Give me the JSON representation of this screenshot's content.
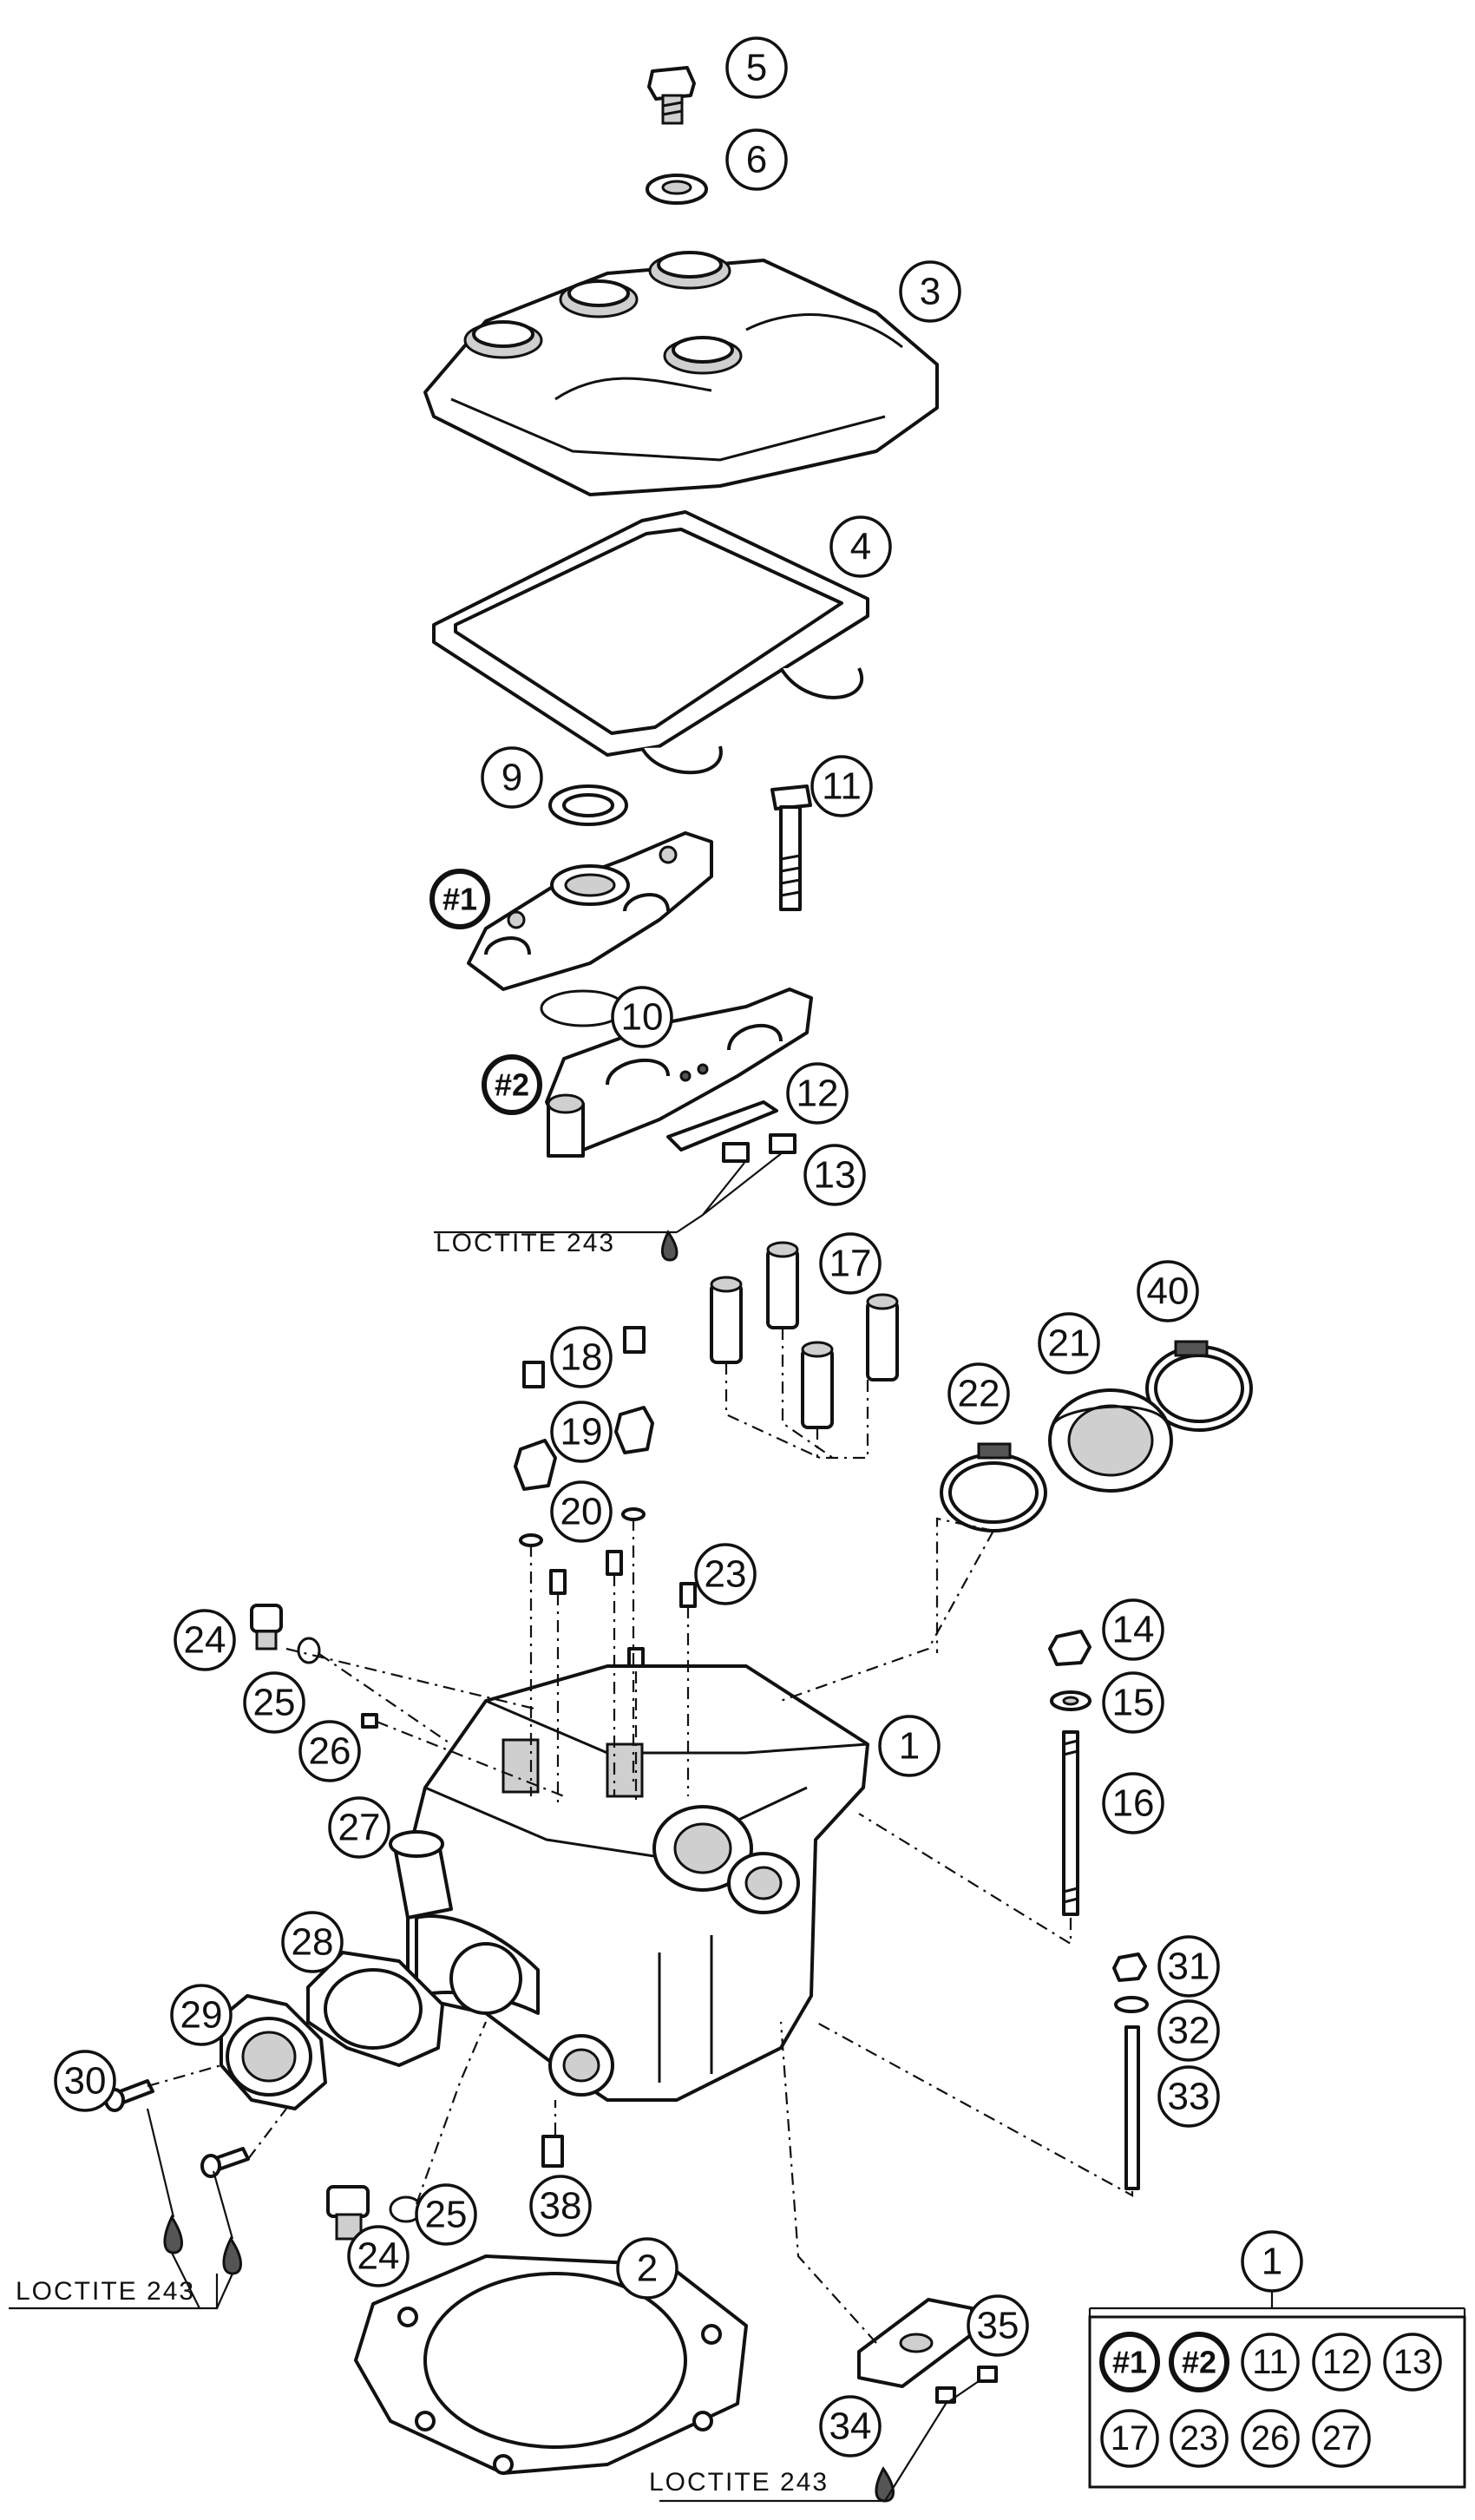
{
  "callouts": [
    {
      "label": "5"
    },
    {
      "label": "6"
    },
    {
      "label": "3"
    },
    {
      "label": "4"
    },
    {
      "label": "9"
    },
    {
      "label": "11"
    },
    {
      "label": "#1"
    },
    {
      "label": "10"
    },
    {
      "label": "#2"
    },
    {
      "label": "12"
    },
    {
      "label": "13"
    },
    {
      "label": "17"
    },
    {
      "label": "40"
    },
    {
      "label": "21"
    },
    {
      "label": "18"
    },
    {
      "label": "22"
    },
    {
      "label": "19"
    },
    {
      "label": "20"
    },
    {
      "label": "23"
    },
    {
      "label": "14"
    },
    {
      "label": "24"
    },
    {
      "label": "15"
    },
    {
      "label": "25"
    },
    {
      "label": "1"
    },
    {
      "label": "26"
    },
    {
      "label": "16"
    },
    {
      "label": "27"
    },
    {
      "label": "28"
    },
    {
      "label": "31"
    },
    {
      "label": "29"
    },
    {
      "label": "32"
    },
    {
      "label": "33"
    },
    {
      "label": "30"
    },
    {
      "label": "38"
    },
    {
      "label": "25"
    },
    {
      "label": "24"
    },
    {
      "label": "2"
    },
    {
      "label": "35"
    },
    {
      "label": "34"
    }
  ],
  "notes": {
    "loctite_top": "LOCTITE 243",
    "loctite_left": "LOCTITE 243",
    "loctite_bottom": "LOCTITE 243"
  },
  "kit": {
    "title": "1",
    "items": [
      "#1",
      "#2",
      "11",
      "12",
      "13",
      "17",
      "23",
      "26",
      "27"
    ]
  }
}
